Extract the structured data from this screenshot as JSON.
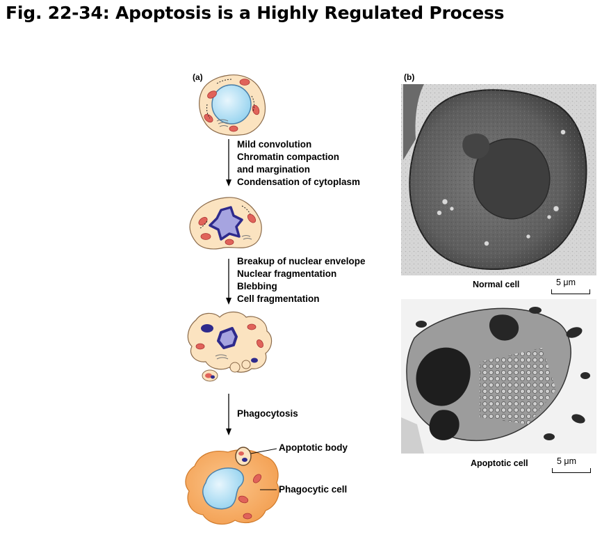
{
  "title": "Fig. 22-34: Apoptosis is a Highly Regulated Process",
  "panel_a": {
    "label": "(a)",
    "step1": [
      "Mild convolution",
      "Chromatin compaction",
      "and margination",
      "Condensation of cytoplasm"
    ],
    "step2": [
      "Breakup of nuclear envelope",
      "Nuclear fragmentation",
      "Blebbing",
      "Cell fragmentation"
    ],
    "step3": [
      "Phagocytosis"
    ],
    "callouts": {
      "apoptotic_body": "Apoptotic body",
      "phagocytic_cell": "Phagocytic cell"
    }
  },
  "panel_b": {
    "label": "(b)",
    "normal_caption": "Normal cell",
    "apoptotic_caption": "Apoptotic cell",
    "scale_normal": "5 μm",
    "scale_apoptotic": "5 μm"
  }
}
